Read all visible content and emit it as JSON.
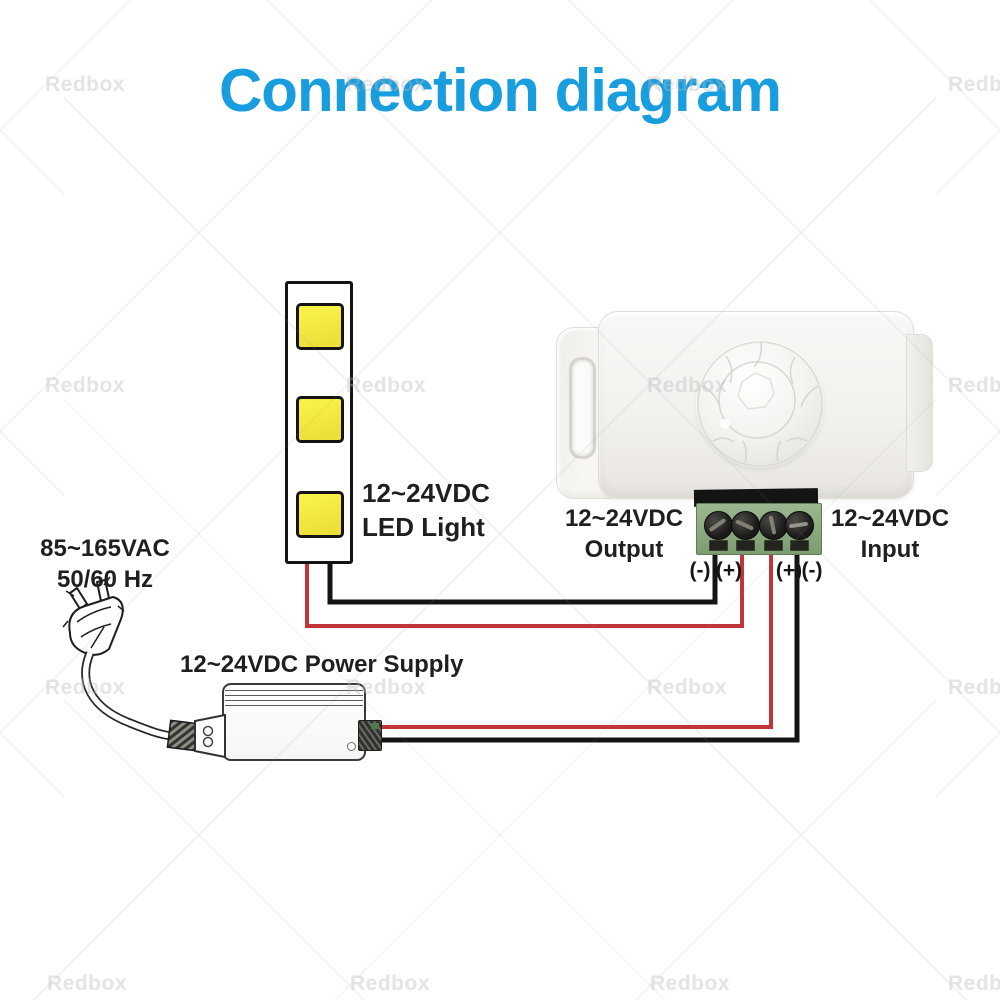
{
  "title": "Connection diagram",
  "watermark": {
    "text": "Redbox"
  },
  "led_strip": {
    "label_line1": "12~24VDC",
    "label_line2": "LED Light",
    "chip_count": 3
  },
  "ac_input": {
    "label_line1": "85~165VAC",
    "label_line2": "50/60 Hz"
  },
  "power_supply": {
    "label": "12~24VDC Power Supply"
  },
  "sensor": {
    "output_label_line1": "12~24VDC",
    "output_label_line2": "Output",
    "input_label_line1": "12~24VDC",
    "input_label_line2": "Input",
    "terminal_polarity": [
      "(-)",
      "(+)",
      "(+)",
      "(-)"
    ]
  },
  "colors": {
    "title_blue": "#189dde",
    "led_yellow": "#f3ea3d",
    "wire_red": "#c0343a",
    "wire_black": "#141414",
    "terminal_green": "#8aa97f",
    "watermark_gray": "#e7e7e7"
  }
}
